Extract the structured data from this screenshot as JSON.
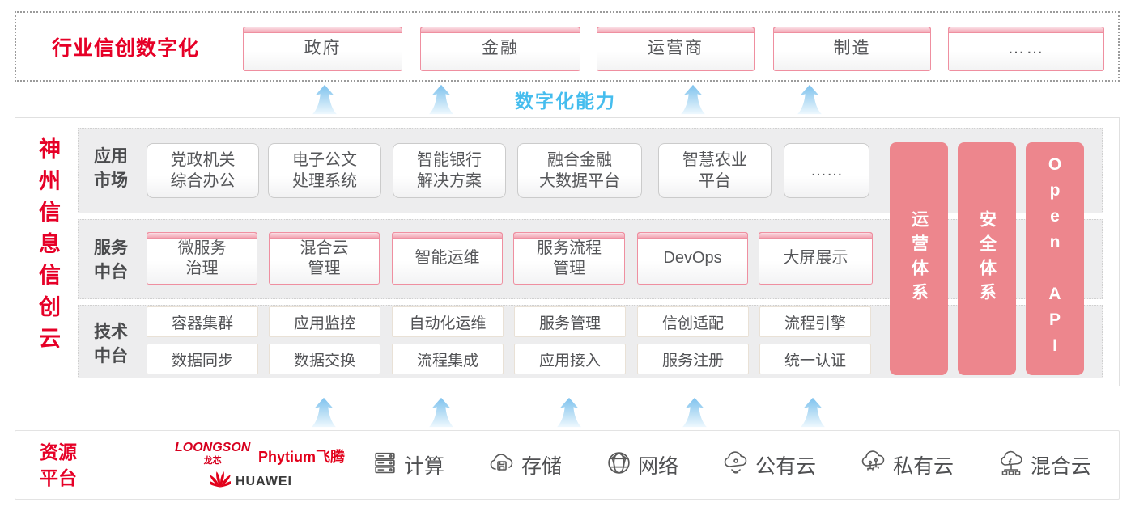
{
  "colors": {
    "accent_red": "#E60027",
    "bar_pink": "#ED868D",
    "capability_blue": "#45BDEE"
  },
  "top_banner": {
    "title": "行业信创数字化",
    "industries": [
      "政府",
      "金融",
      "运营商",
      "制造",
      "……"
    ]
  },
  "capability": {
    "label": "数字化能力"
  },
  "platform": {
    "title": "神州信息信创云",
    "app_row": {
      "label": "应用\n市场",
      "cards": [
        "党政机关\n综合办公",
        "电子公文\n处理系统",
        "智能银行\n解决方案",
        "融合金融\n大数据平台",
        "智慧农业\n平台",
        "……"
      ]
    },
    "service_row": {
      "label": "服务\n中台",
      "cards": [
        "微服务\n治理",
        "混合云\n管理",
        "智能运维",
        "服务流程\n管理",
        "DevOps",
        "大屏展示"
      ]
    },
    "tech_row": {
      "label": "技术\n中台",
      "cards_top": [
        "容器集群",
        "应用监控",
        "自动化运维",
        "服务管理",
        "信创适配",
        "流程引擎"
      ],
      "cards_bottom": [
        "数据同步",
        "数据交换",
        "流程集成",
        "应用接入",
        "服务注册",
        "统一认证"
      ]
    },
    "side_bars": [
      "运营体系",
      "安全体系",
      "Open API"
    ]
  },
  "resources": {
    "title": "资源\n平台",
    "vendors": {
      "loongson": "LOONGSON",
      "loongson_sub": "龙芯",
      "phytium": "Phytium飞腾",
      "huawei": "HUAWEI"
    },
    "items": [
      {
        "icon": "server-icon",
        "label": "计算"
      },
      {
        "icon": "storage-cloud-icon",
        "label": "存储"
      },
      {
        "icon": "network-icon",
        "label": "网络"
      },
      {
        "icon": "public-cloud-icon",
        "label": "公有云"
      },
      {
        "icon": "private-cloud-icon",
        "label": "私有云"
      },
      {
        "icon": "hybrid-cloud-icon",
        "label": "混合云"
      }
    ]
  }
}
